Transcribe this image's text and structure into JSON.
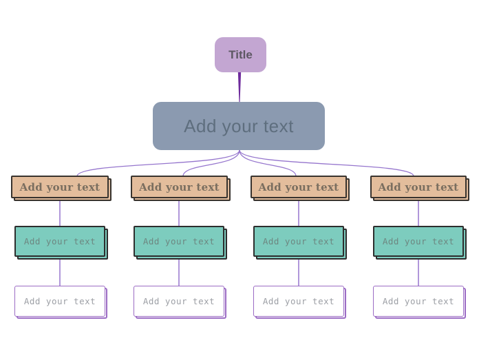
{
  "diagram": {
    "root": {
      "label": "Title"
    },
    "main": {
      "label": "Add your text"
    },
    "branches": [
      {
        "level1": {
          "label": "Add your text"
        },
        "level2": {
          "label": "Add your text"
        },
        "level3": {
          "label": "Add your text"
        }
      },
      {
        "level1": {
          "label": "Add your text"
        },
        "level2": {
          "label": "Add your text"
        },
        "level3": {
          "label": "Add your text"
        }
      },
      {
        "level1": {
          "label": "Add your text"
        },
        "level2": {
          "label": "Add your text"
        },
        "level3": {
          "label": "Add your text"
        }
      },
      {
        "level1": {
          "label": "Add your text"
        },
        "level2": {
          "label": "Add your text"
        },
        "level3": {
          "label": "Add your text"
        }
      }
    ]
  },
  "colors": {
    "background": "#ffffff",
    "root_fill": "#c3a6d2",
    "root_text": "#5c5762",
    "main_fill": "#8b9ab0",
    "main_text": "#5e6e7e",
    "level1_fill": "#e3bd9c",
    "level1_border": "#38332e",
    "level1_text": "#7a6e5f",
    "level2_fill": "#7dccbe",
    "level2_border": "#2d2d2d",
    "level2_text": "#6d8781",
    "level3_fill": "#ffffff",
    "level3_border": "#9b6bc4",
    "level3_text": "#9da0a6",
    "connector": "#9575cd",
    "root_connector": "#6e2b9c"
  }
}
